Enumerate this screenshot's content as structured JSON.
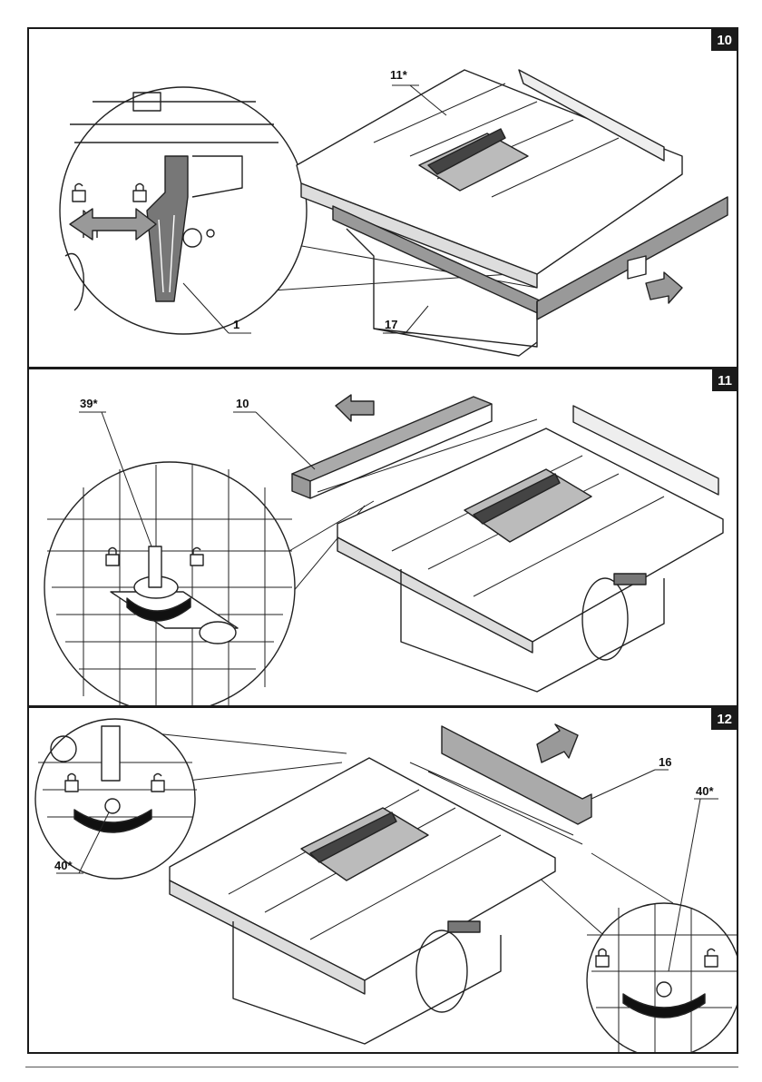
{
  "figures": [
    {
      "number": "10",
      "labels": {
        "a": "11*",
        "b": "1",
        "c": "17"
      }
    },
    {
      "number": "11",
      "labels": {
        "a": "39*",
        "b": "10"
      }
    },
    {
      "number": "12",
      "labels": {
        "a": "16",
        "b": "40*",
        "c": "40*"
      }
    }
  ],
  "icons": [
    "lock-open-icon",
    "lock-closed-icon",
    "double-arrow-icon",
    "pull-arrow-icon",
    "rotate-arrow-icon"
  ]
}
